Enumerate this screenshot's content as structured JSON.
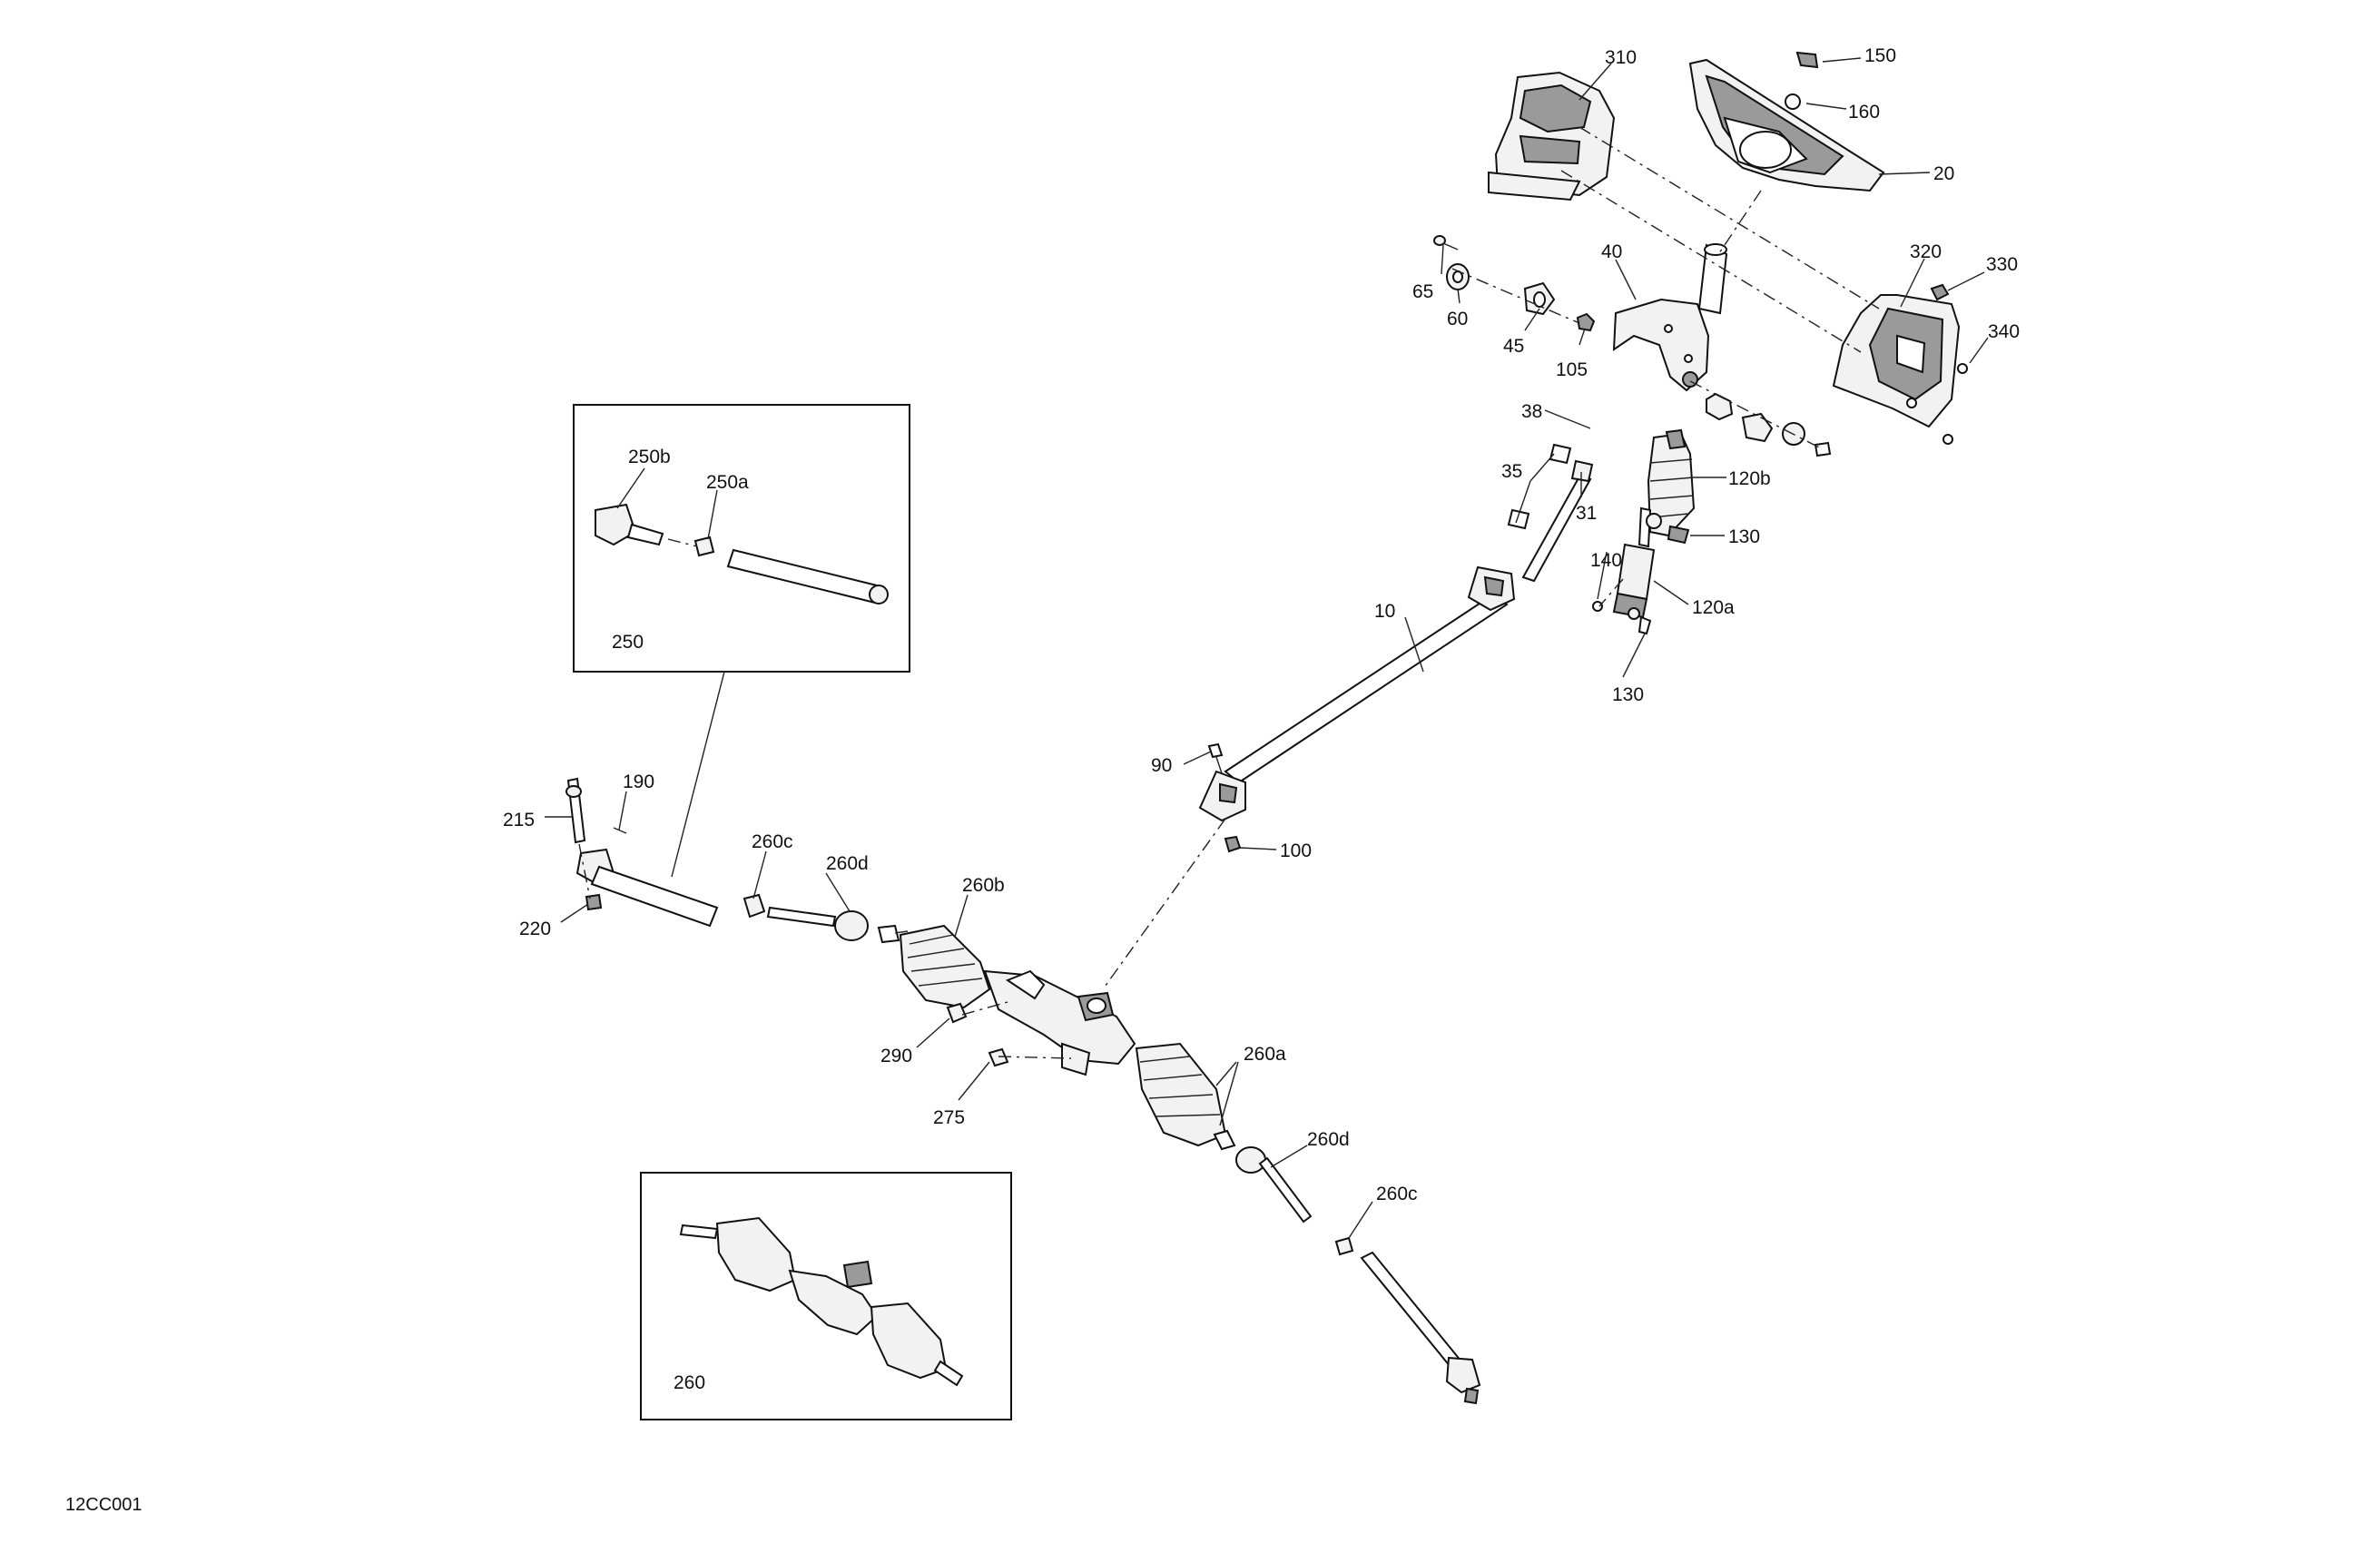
{
  "drawing_ref": "12CC001",
  "callouts": {
    "c310": "310",
    "c150": "150",
    "c160": "160",
    "c20": "20",
    "c40": "40",
    "c320": "320",
    "c330": "330",
    "c340": "340",
    "c65": "65",
    "c60": "60",
    "c45": "45",
    "c105": "105",
    "c38": "38",
    "c35": "35",
    "c31": "31",
    "c120b": "120b",
    "c130a": "130",
    "c140": "140",
    "c120a": "120a",
    "c130b": "130",
    "c10": "10",
    "c90": "90",
    "c100": "100",
    "c250b": "250b",
    "c250a": "250a",
    "c250": "250",
    "c215": "215",
    "c190": "190",
    "c220": "220",
    "c260c_left": "260c",
    "c260d_left": "260d",
    "c260b": "260b",
    "c290": "290",
    "c275": "275",
    "c260a": "260a",
    "c260d_right": "260d",
    "c260c_right": "260c",
    "c260": "260"
  }
}
